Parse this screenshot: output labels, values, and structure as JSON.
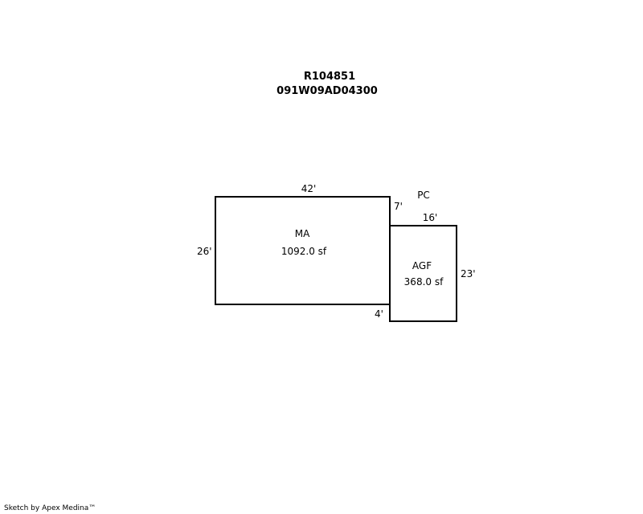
{
  "header": {
    "parcel_id": "R104851",
    "map_number": "091W09AD04300"
  },
  "areas": [
    {
      "code": "MA",
      "area": "1092.0 sf"
    },
    {
      "code": "AGF",
      "area": "368.0 sf"
    }
  ],
  "labels": {
    "pc": "PC"
  },
  "dimensions": {
    "ma_top": "42'",
    "ma_left": "26'",
    "gap_top": "7'",
    "agf_top": "16'",
    "agf_right": "23'",
    "gap_bottom": "4'"
  },
  "footer": {
    "credit": "Sketch by Apex Medina™"
  },
  "colors": {
    "line": "#000000",
    "background": "#ffffff"
  }
}
